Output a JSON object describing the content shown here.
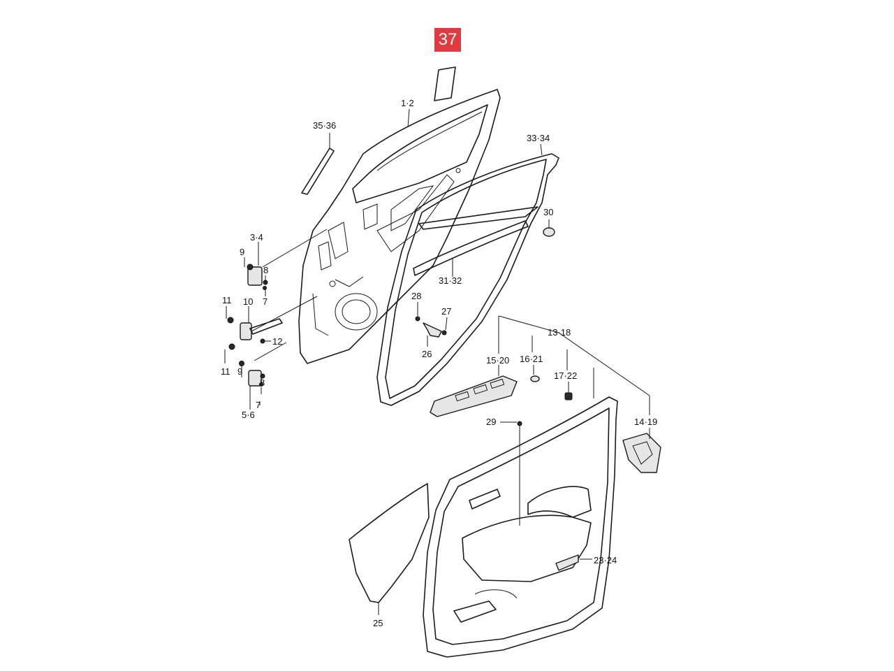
{
  "highlight": {
    "text": "37",
    "color": "#e03a3f"
  },
  "labels": {
    "l37": "37",
    "l1_2": "1·2",
    "l35_36": "35·36",
    "l33_34": "33·34",
    "l30": "30",
    "l3_4": "3·4",
    "l9a": "9",
    "l8a": "8",
    "l7a": "7",
    "l31_32": "31·32",
    "l11a": "11",
    "l10": "10",
    "l28": "28",
    "l27": "27",
    "l12": "12",
    "l13_18": "13·18",
    "l26": "26",
    "l11b": "11",
    "l15_20": "15·20",
    "l16_21": "16·21",
    "l17_22": "17·22",
    "l9b": "9",
    "l8b": "8",
    "l7b": "7",
    "l5_6": "5·6",
    "l29": "29",
    "l14_19": "14·19",
    "l23_24": "23·24",
    "l25": "25"
  }
}
